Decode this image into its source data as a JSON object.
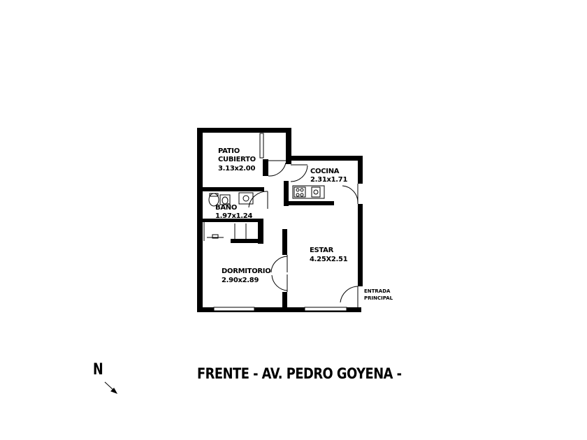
{
  "rooms": {
    "patio": {
      "name_line1": "PATIO",
      "name_line2": "CUBIERTO",
      "dims": "3.13x2.00"
    },
    "cocina": {
      "name": "COCINA",
      "dims": "2.31x1.71"
    },
    "bano": {
      "name": "BAÑO",
      "dims": "1.97x1.24"
    },
    "estar": {
      "name": "ESTAR",
      "dims": "4.25X2.51"
    },
    "dormitorio": {
      "name": "DORMITORIO",
      "dims": "2.90x2.89"
    }
  },
  "entrance": {
    "line1": "ENTRADA",
    "line2": "PRINCIPAL"
  },
  "front": "FRENTE - AV. PEDRO GOYENA -",
  "north": "N",
  "colors": {
    "wall": "#000000",
    "background": "#ffffff"
  }
}
